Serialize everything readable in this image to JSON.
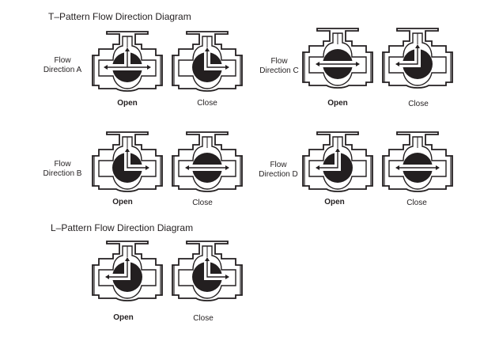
{
  "headings": {
    "t_pattern": "T–Pattern Flow Direction Diagram",
    "l_pattern": "L–Pattern Flow Direction Diagram"
  },
  "groups": [
    {
      "id": "t-a",
      "label_line1": "Flow",
      "label_line2": "Direction A",
      "open_label": "Open",
      "close_label": "Close",
      "open_ball": "t-cross",
      "close_ball": "l-up-right"
    },
    {
      "id": "t-b",
      "label_line1": "Flow",
      "label_line2": "Direction B",
      "open_label": "Open",
      "close_label": "Close",
      "open_ball": "l-up-right",
      "close_ball": "straight"
    },
    {
      "id": "t-c",
      "label_line1": "Flow",
      "label_line2": "Direction C",
      "open_label": "Open",
      "close_label": "Close",
      "open_ball": "straight",
      "close_ball": "l-up-left"
    },
    {
      "id": "t-d",
      "label_line1": "Flow",
      "label_line2": "Direction D",
      "open_label": "Open",
      "close_label": "Close",
      "open_ball": "l-up-left",
      "close_ball": "straight"
    },
    {
      "id": "l",
      "label_line1": "",
      "label_line2": "",
      "open_label": "Open",
      "close_label": "Close",
      "open_ball": "l-up-left",
      "close_ball": "l-up-right"
    }
  ],
  "colors": {
    "ink": "#231f20",
    "paper": "#ffffff"
  }
}
